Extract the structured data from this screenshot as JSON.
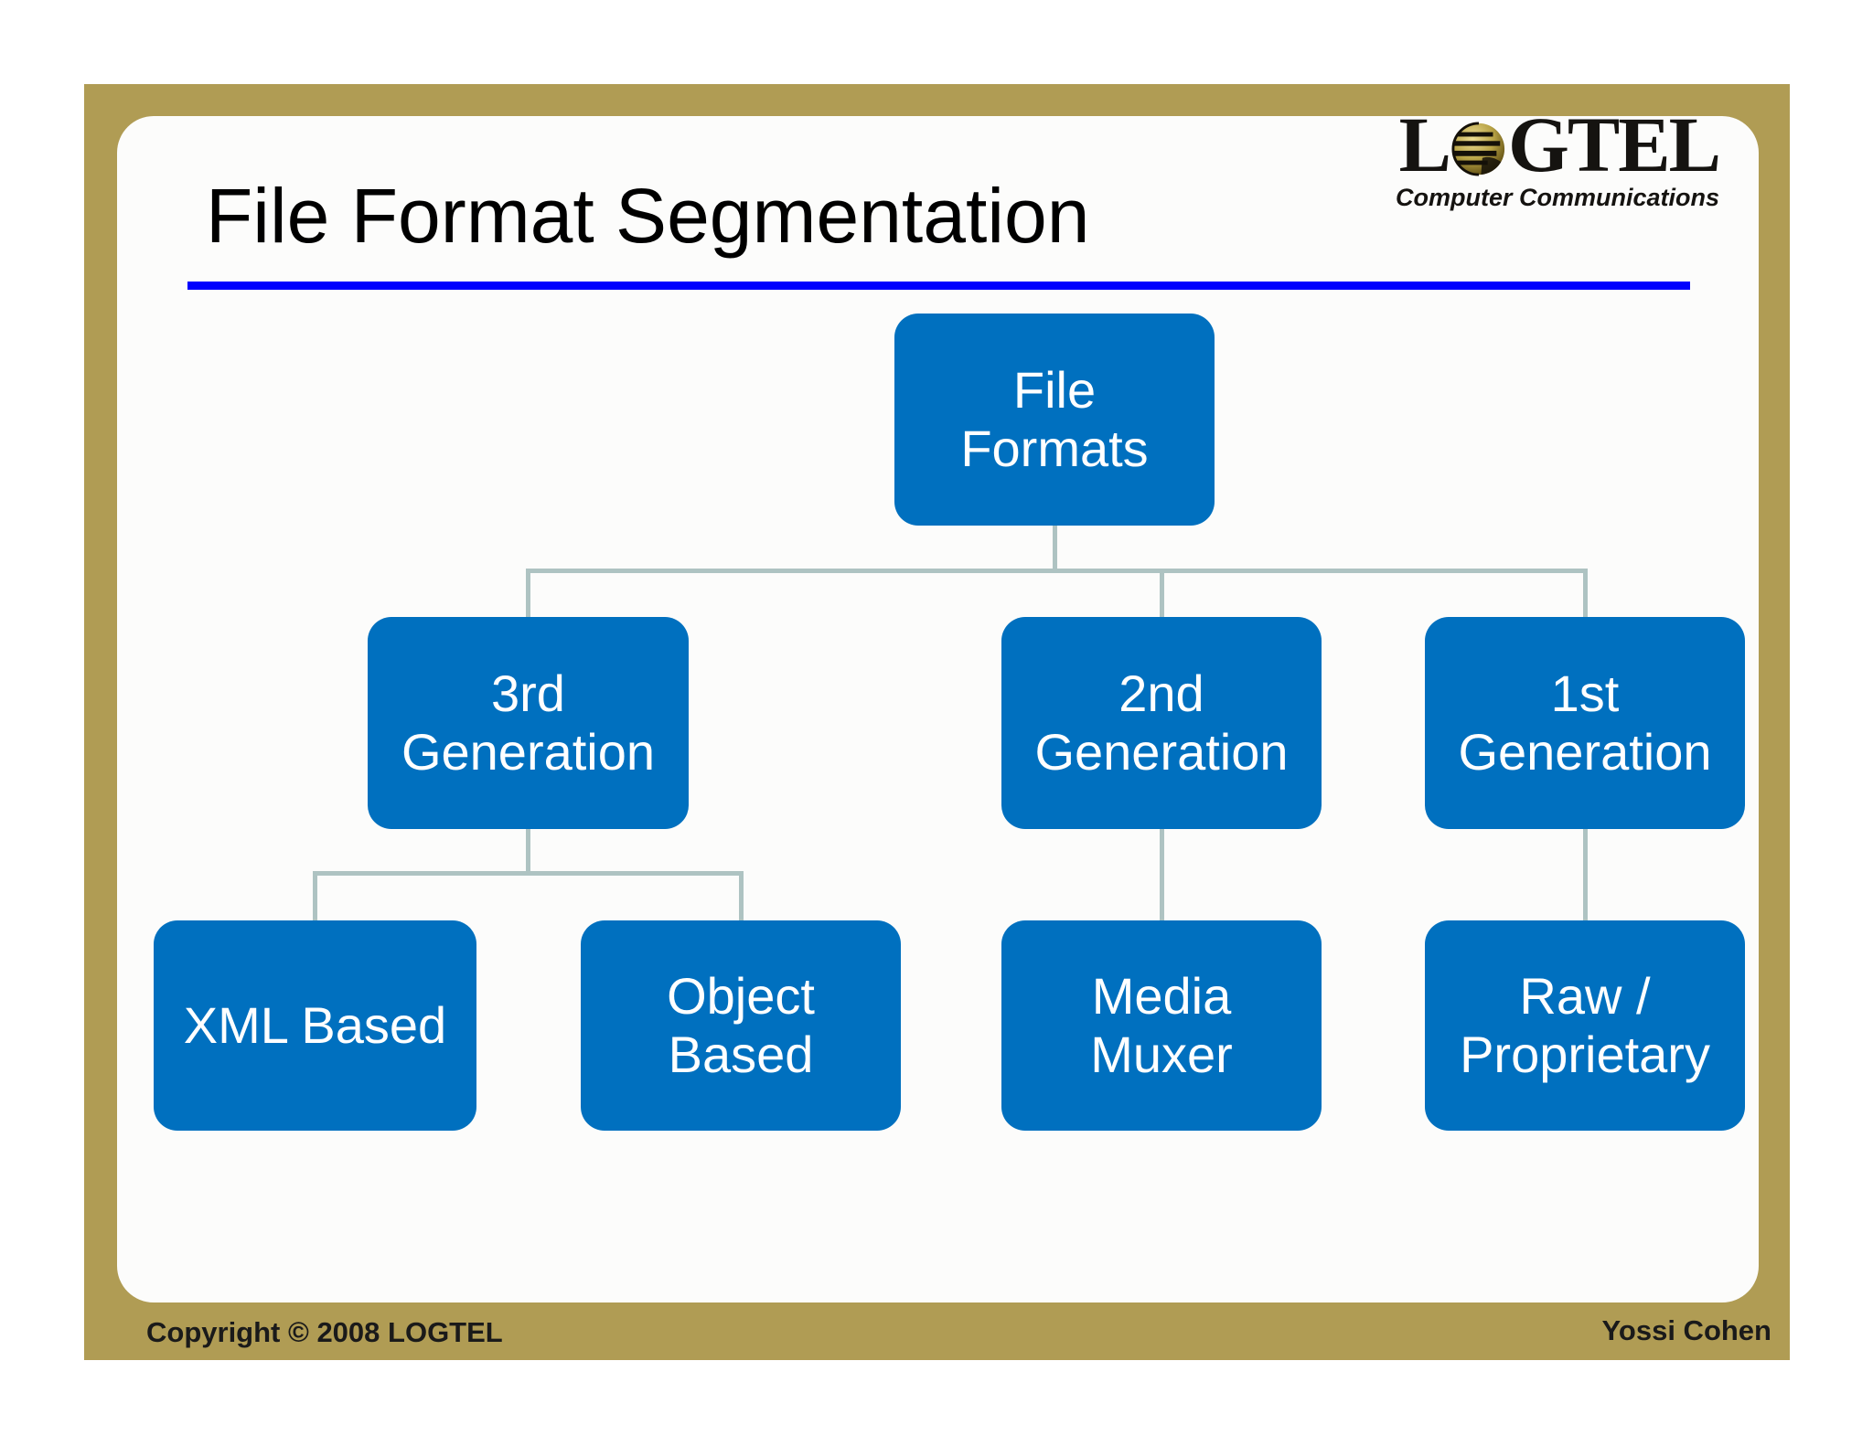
{
  "slide": {
    "title": "File Format Segmentation",
    "logo": {
      "brand_prefix": "L",
      "brand_suffix": "GTEL",
      "tagline": "Computer Communications"
    },
    "footer": {
      "left": "Copyright © 2008 LOGTEL",
      "right": "Yossi Cohen"
    }
  },
  "diagram": {
    "type": "hierarchy",
    "nodes": {
      "root": {
        "label": "File\nFormats"
      },
      "gen3": {
        "label": "3rd\nGeneration"
      },
      "gen2": {
        "label": "2nd\nGeneration"
      },
      "gen1": {
        "label": "1st\nGeneration"
      },
      "xml": {
        "label": "XML Based"
      },
      "object": {
        "label": "Object\nBased"
      },
      "media": {
        "label": "Media\nMuxer"
      },
      "raw": {
        "label": "Raw /\nProprietary"
      }
    },
    "edges": [
      [
        "root",
        "gen3"
      ],
      [
        "root",
        "gen2"
      ],
      [
        "root",
        "gen1"
      ],
      [
        "gen3",
        "xml"
      ],
      [
        "gen3",
        "object"
      ],
      [
        "gen2",
        "media"
      ],
      [
        "gen1",
        "raw"
      ]
    ]
  },
  "colors": {
    "frame": "#b09c54",
    "card": "#fcfcfb",
    "node_fill": "#0070bf",
    "node_text": "#ffffff",
    "connector": "#aec3c2",
    "title_rule": "#0101fe",
    "title_text": "#000000",
    "footer_text": "#1a1a1a"
  }
}
